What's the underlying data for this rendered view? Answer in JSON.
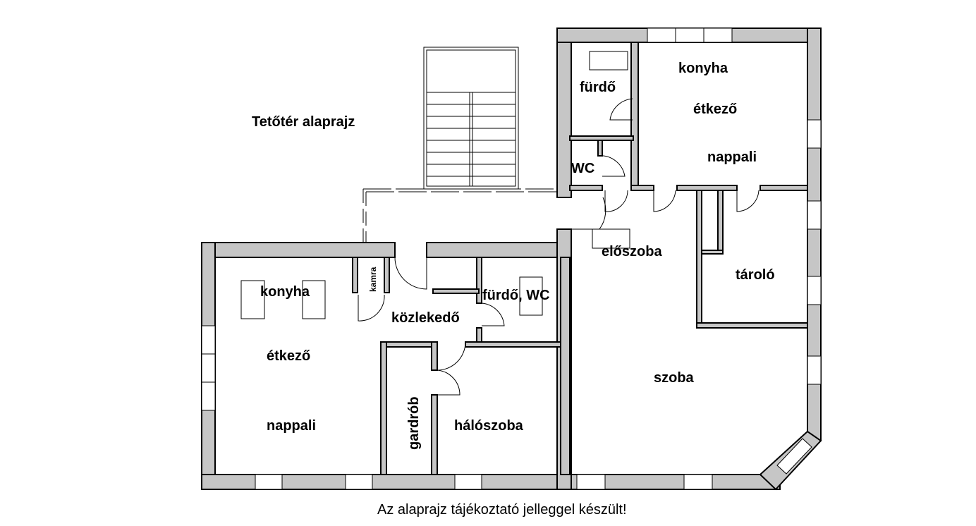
{
  "title": "Tetőtér alaprajz",
  "caption": "Az alaprajz tájékoztató jelleggel készült!",
  "left_unit": {
    "konyha": "konyha",
    "kamra": "kamra",
    "etkezo": "étkező",
    "nappali": "nappali",
    "kozlekedo": "közlekedő",
    "furdo_wc": "fürdő, WC",
    "gardrob": "gardrób",
    "haloszoba": "hálószoba"
  },
  "right_unit": {
    "furdo": "fürdő",
    "wc": "WC",
    "konyha": "konyha",
    "etkezo": "étkező",
    "nappali": "nappali",
    "eloszoba": "előszoba",
    "tarolo": "tároló",
    "szoba": "szoba"
  }
}
